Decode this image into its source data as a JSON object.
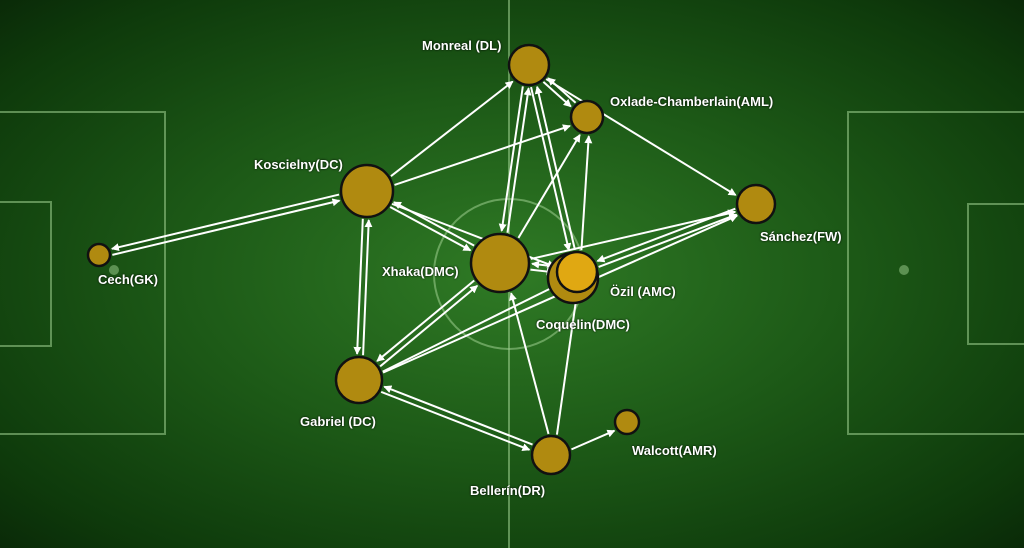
{
  "players": [
    {
      "id": "monreal",
      "label": "Monreal (DL)"
    },
    {
      "id": "oxlade",
      "label": "Oxlade-Chamberlain(AML)"
    },
    {
      "id": "koscielny",
      "label": "Koscielny(DC)"
    },
    {
      "id": "sanchez",
      "label": "Sánchez(FW)"
    },
    {
      "id": "cech",
      "label": "Cech(GK)"
    },
    {
      "id": "xhaka",
      "label": "Xhaka(DMC)"
    },
    {
      "id": "coquelin",
      "label": "Coquelin(DMC)"
    },
    {
      "id": "ozil",
      "label": "Özil (AMC)"
    },
    {
      "id": "gabriel",
      "label": "Gabriel (DC)"
    },
    {
      "id": "bellerin",
      "label": "Bellerín(DR)"
    },
    {
      "id": "walcott",
      "label": "Walcott(AMR)"
    }
  ],
  "passes": [
    [
      "koscielny",
      "monreal"
    ],
    [
      "koscielny",
      "oxlade"
    ],
    [
      "koscielny",
      "cech"
    ],
    [
      "cech",
      "koscielny"
    ],
    [
      "koscielny",
      "gabriel"
    ],
    [
      "gabriel",
      "koscielny"
    ],
    [
      "koscielny",
      "xhaka"
    ],
    [
      "xhaka",
      "koscielny"
    ],
    [
      "koscielny",
      "ozil"
    ],
    [
      "monreal",
      "oxlade"
    ],
    [
      "oxlade",
      "monreal"
    ],
    [
      "monreal",
      "xhaka"
    ],
    [
      "xhaka",
      "monreal"
    ],
    [
      "monreal",
      "ozil"
    ],
    [
      "ozil",
      "monreal"
    ],
    [
      "monreal",
      "sanchez"
    ],
    [
      "ozil",
      "oxlade"
    ],
    [
      "xhaka",
      "oxlade"
    ],
    [
      "xhaka",
      "sanchez"
    ],
    [
      "ozil",
      "sanchez"
    ],
    [
      "sanchez",
      "ozil"
    ],
    [
      "xhaka",
      "ozil"
    ],
    [
      "ozil",
      "xhaka"
    ],
    [
      "gabriel",
      "xhaka"
    ],
    [
      "xhaka",
      "gabriel"
    ],
    [
      "gabriel",
      "ozil"
    ],
    [
      "gabriel",
      "sanchez"
    ],
    [
      "gabriel",
      "bellerin"
    ],
    [
      "bellerin",
      "gabriel"
    ],
    [
      "bellerin",
      "xhaka"
    ],
    [
      "bellerin",
      "ozil"
    ],
    [
      "bellerin",
      "walcott"
    ]
  ],
  "colors": {
    "node": "#b08a10",
    "node_highlight": "#e0a812",
    "arrow": "#ffffff",
    "line": "#9fd08f"
  }
}
